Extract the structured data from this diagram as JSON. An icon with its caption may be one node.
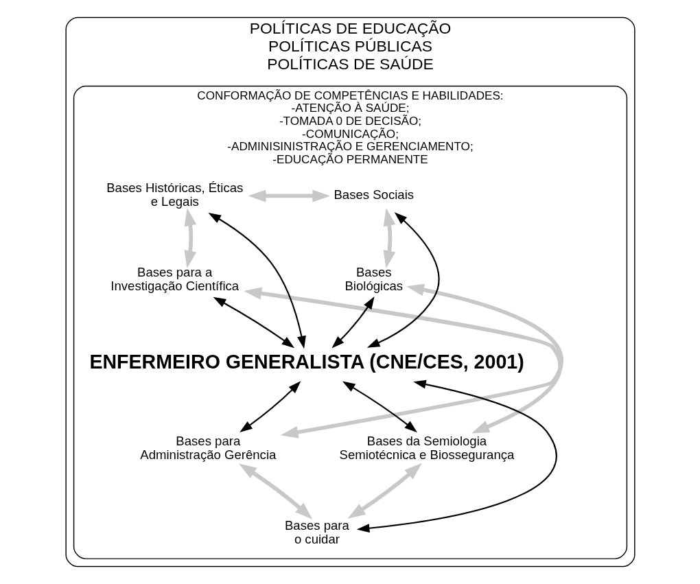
{
  "diagram": {
    "nodes": [
      {
        "text": [
          "POLÍTICAS DE EDUCAÇÃO",
          "POLÍTICAS PÚBLICAS",
          "POLÍTICAS DE SAÚDE"
        ]
      },
      {
        "text": [
          "CONFORMAÇÃO DE COMPETÊNCIAS E HABILIDADES:",
          "-ATENÇÃO À SAÚDE;",
          "-TOMADA 0 DE DECISÃO;",
          "-COMUNICAÇÃO;",
          "-ADMINISINISTRAÇÃO E GERENCIAMENTO;",
          "-EDUCAÇÃO PERMANENTE"
        ],
        "in": 0
      },
      {
        "text": [
          "Bases Sociais"
        ],
        "in": 1
      },
      {
        "text": [
          "Bases Históricas, Éticas e Legais"
        ],
        "in": 1
      },
      {
        "text": [
          "Bases Biológicas"
        ],
        "in": 1
      },
      {
        "text": [
          "Bases para a Investigação Científica"
        ],
        "in": 1
      },
      {
        "text": [
          "ENFERMEIRO GENERALISTA (CNE/CES, 2001)"
        ],
        "in": 1
      },
      {
        "text": [
          "Bases para Administração Gerência"
        ],
        "in": 1
      },
      {
        "text": [
          "Bases da Semiologia Semiotécnica e Biossegurança"
        ],
        "in": 1
      },
      {
        "text": [
          "Bases para o cuidar"
        ],
        "in": 1
      }
    ],
    "edges": [
      {
        "from": 6,
        "to": 2,
        "arrow": "both"
      },
      {
        "from": 6,
        "to": 3,
        "arrow": "both"
      },
      {
        "from": 6,
        "to": 4,
        "arrow": "both"
      },
      {
        "from": 6,
        "to": 5,
        "arrow": "both"
      },
      {
        "from": 6,
        "to": 7,
        "arrow": "both"
      },
      {
        "from": 6,
        "to": 8,
        "arrow": "both"
      },
      {
        "from": 6,
        "to": 9,
        "arrow": "both"
      },
      {
        "from": 2,
        "to": 3,
        "arrow": "both",
        "style": "thick",
        "color": "#c8c8c8"
      },
      {
        "from": 2,
        "to": 4,
        "arrow": "both",
        "style": "thick",
        "color": "#c8c8c8"
      },
      {
        "from": 3,
        "to": 5,
        "arrow": "both",
        "style": "thick",
        "color": "#c8c8c8"
      },
      {
        "from": 4,
        "to": 7,
        "arrow": "both",
        "style": "thick",
        "color": "#c8c8c8"
      },
      {
        "from": 5,
        "to": 8,
        "arrow": "both",
        "style": "thick",
        "color": "#c8c8c8"
      },
      {
        "from": 7,
        "to": 9,
        "arrow": "both",
        "style": "thick",
        "color": "#c8c8c8"
      },
      {
        "from": 8,
        "to": 9,
        "arrow": "both",
        "style": "thick",
        "color": "#c8c8c8"
      }
    ]
  }
}
